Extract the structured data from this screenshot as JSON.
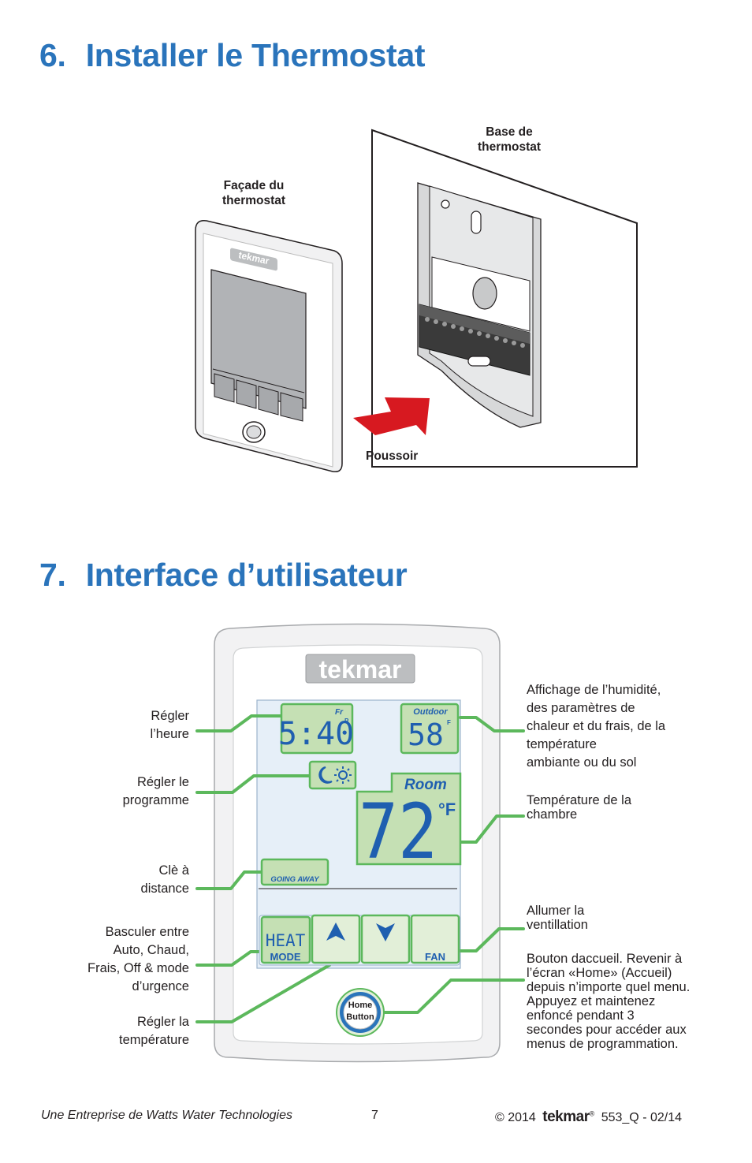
{
  "section6": {
    "number": "6.",
    "title": "Installer le Thermostat"
  },
  "install": {
    "base_label": [
      "Base de",
      "thermostat"
    ],
    "front_label": [
      "Façade du",
      "thermostat"
    ],
    "push_label": "Poussoir",
    "brand": "tekmar"
  },
  "section7": {
    "number": "7.",
    "title": "Interface d’utilisateur"
  },
  "display": {
    "brand": "tekmar",
    "time": "5:40",
    "time_tag": "Fr",
    "time_suffix": "P",
    "outdoor_label": "Outdoor",
    "outdoor_temp": "58",
    "outdoor_unit": "F",
    "room_label": "Room",
    "room_temp": "72",
    "room_unit": "°F",
    "going_away": "GOING AWAY",
    "mode_value": "HEAT",
    "mode_label": "MODE",
    "fan_label": "FAN",
    "home_button": [
      "Home",
      "Button"
    ]
  },
  "callouts_left": {
    "time": [
      "Régler",
      "l’heure"
    ],
    "program": [
      "Régler le",
      "programme"
    ],
    "away": [
      "Clè à",
      "distance"
    ],
    "mode": [
      "Basculer entre",
      "Auto, Chaud,",
      "Frais, Off & mode",
      "d’urgence"
    ],
    "temp": [
      "Régler la",
      "température"
    ]
  },
  "callouts_right": {
    "outdoor": [
      "Affichage de l’humidité,",
      "des paramètres de",
      "chaleur et du frais, de la",
      "température",
      "ambiante ou du sol"
    ],
    "room": [
      "Température de la",
      "chambre"
    ],
    "fan": [
      "Allumer la",
      "ventillation"
    ],
    "home": [
      "Bouton daccueil. Revenir à",
      "l’écran «Home» (Accueil)",
      "depuis n’importe quel menu.",
      "Appuyez et maintenez",
      "enfoncé pendant 3",
      "secondes pour accéder aux",
      "menus de programmation."
    ]
  },
  "footer": {
    "company": "Une Entreprise de Watts Water Technologies",
    "page": "7",
    "copyright": "© 2014",
    "brand": "tekmar",
    "registered": "®",
    "doc": "553_Q - 02/14"
  },
  "colors": {
    "heading": "#2a74bb",
    "callout_line": "#5cb85c",
    "lcd": "#c5e0b4",
    "arrow": "#d71920",
    "lcd_text": "#1f5fb0"
  }
}
